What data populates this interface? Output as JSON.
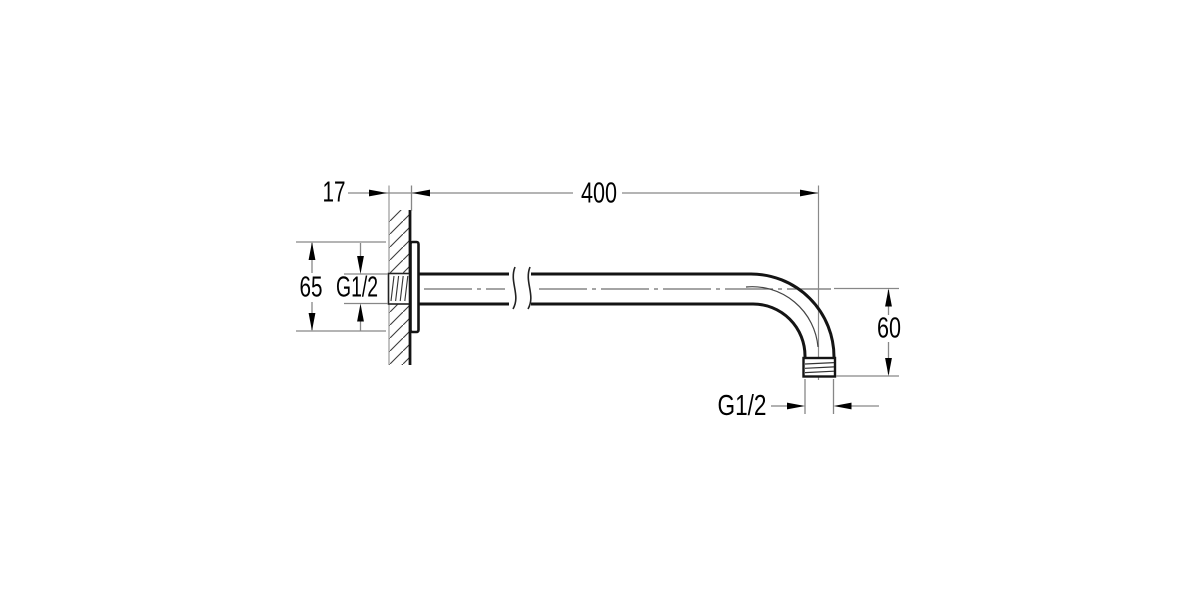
{
  "drawing": {
    "dimensions": {
      "wall_offset": "17",
      "arm_length": "400",
      "flange_diameter": "65",
      "wall_thread": "G1/2",
      "drop_height": "60",
      "outlet_thread": "G1/2"
    },
    "colors": {
      "background": "#ffffff",
      "part_outline": "#141414",
      "dimension_lines": "#878787",
      "arrowheads": "#000000",
      "centerline": "#6e6e6e",
      "hatching": "#3c3c3c",
      "text": "#000000"
    }
  }
}
